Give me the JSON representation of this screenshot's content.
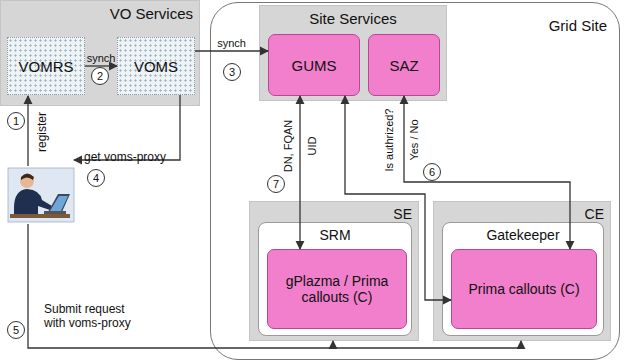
{
  "diagram": {
    "nodes": [
      {
        "text": [
          "VO Services"
        ]
      },
      {
        "text": [
          "VOMRS"
        ],
        "in": 0
      },
      {
        "text": [
          "VOMS"
        ],
        "in": 0
      },
      {
        "text": [
          "Grid Site"
        ]
      },
      {
        "text": [
          "Site Services"
        ],
        "in": 3
      },
      {
        "text": [
          "GUMS"
        ],
        "in": 4
      },
      {
        "text": [
          "SAZ"
        ],
        "in": 4
      },
      {
        "text": [
          "SE"
        ],
        "in": 3
      },
      {
        "text": [
          "SRM"
        ],
        "in": 7
      },
      {
        "text": [
          "gPlazma / Prima callouts (C)"
        ],
        "in": 8
      },
      {
        "text": [
          "CE"
        ],
        "in": 3
      },
      {
        "text": [
          "Gatekeeper"
        ],
        "in": 10
      },
      {
        "text": [
          "Prima callouts (C)"
        ],
        "in": 11
      }
    ],
    "edges": [
      {
        "from": 1,
        "to": 2,
        "label": "synch",
        "arrow": "to"
      },
      {
        "from": 2,
        "to": 5,
        "label": "synch",
        "arrow": "to"
      },
      {
        "from": 5,
        "to": 9,
        "arrow": "both"
      },
      {
        "from": 5,
        "to": 12,
        "arrow": "both"
      },
      {
        "from": 6,
        "to": 12,
        "arrow": "both"
      }
    ],
    "labels": [
      "register",
      "1",
      "2",
      "3",
      "get voms-proxy",
      "4",
      "Submit request with voms-proxy",
      "5",
      "Is authrized?",
      "Yes / No",
      "6",
      "DN, FQAN",
      "UID",
      "7"
    ]
  }
}
